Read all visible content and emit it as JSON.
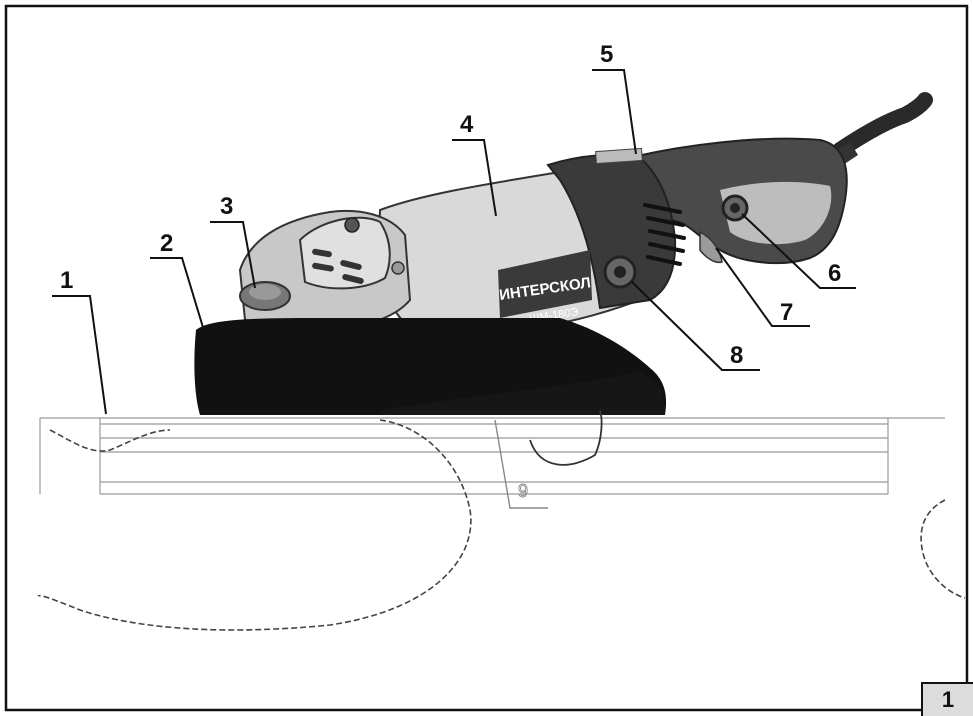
{
  "brand_label": "ИНТЕРСКОЛ",
  "model_label": "ШМ-180Э",
  "under_disc_label": "9",
  "figure_number": "1",
  "callouts": [
    {
      "label": "1",
      "name": "callout-1"
    },
    {
      "label": "2",
      "name": "callout-2"
    },
    {
      "label": "3",
      "name": "callout-3"
    },
    {
      "label": "4",
      "name": "callout-4"
    },
    {
      "label": "5",
      "name": "callout-5"
    },
    {
      "label": "6",
      "name": "callout-6"
    },
    {
      "label": "7",
      "name": "callout-7"
    },
    {
      "label": "8",
      "name": "callout-8"
    }
  ],
  "colors": {
    "body_light": "#d9d9d9",
    "body_dark": "#3a3a3a",
    "handle_grip": "#555555",
    "pad": "#111111",
    "line": "#111111"
  }
}
